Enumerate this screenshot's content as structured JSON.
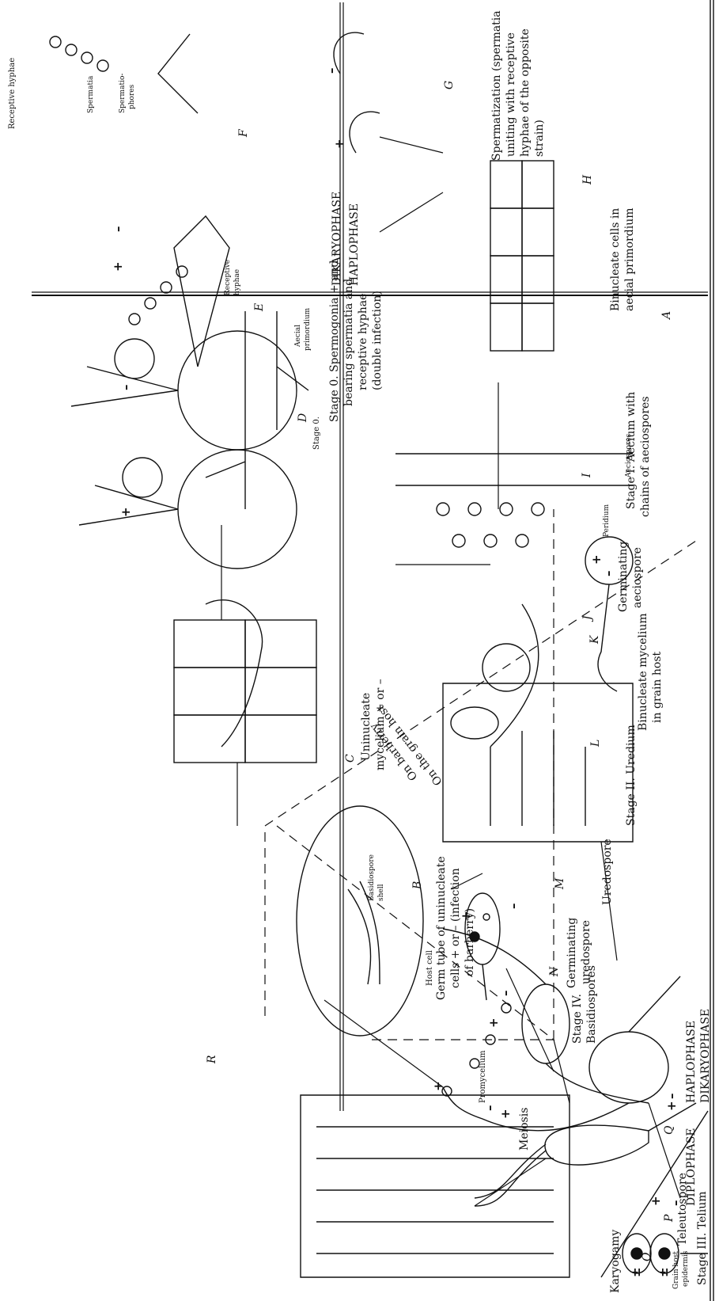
{
  "phases": {
    "diplophase": "DIPLOPHASE",
    "haplophase": "HAPLOPHASE",
    "dikaryophase": "DIKARYOPHASE"
  },
  "hosts": {
    "on_barberry": "On barberry",
    "on_grain": "On the grain host"
  },
  "letters": [
    "A",
    "B",
    "C",
    "D",
    "E",
    "F",
    "G",
    "H",
    "I",
    "J",
    "K",
    "L",
    "M",
    "N",
    "O",
    "P",
    "Q",
    "R"
  ],
  "labels": {
    "karyogamy": "Karyogamy",
    "meiosis": "Meiosis",
    "promycelium": "Promycelium",
    "stage4_line1": "Stage IV.",
    "stage4_line2": "Basidiospores",
    "host_cell": "Host cell",
    "basidiospore_shell_1": "Basidiospore",
    "basidiospore_shell_2": "shell",
    "germ_tube_1": "Germ tube of uninucleate",
    "germ_tube_2": "cells + or – (infection",
    "germ_tube_3": "of barberry)",
    "uninucleate_1": "Uninucleate",
    "uninucleate_2": "mycelium + or –",
    "receptive_hyphae_top": "Receptive hyphae",
    "stage0_small": "Stage 0.",
    "aecial_primordium_1": "Aecial",
    "aecial_primordium_2": "primordium",
    "receptive_hyphae_1": "Receptive",
    "receptive_hyphae_2": "hyphae",
    "spermatia": "Spermatia",
    "spermatiophores_1": "Spermatio-",
    "spermatiophores_2": "phores",
    "stage0_1": "Stage 0. Spermogonia + and –",
    "stage0_2": "bearing spermatia and",
    "stage0_3": "receptive hyphae",
    "stage0_4": "(double infection)",
    "spermatization_1": "Spermatization (spermatia",
    "spermatization_2": "uniting with receptive",
    "spermatization_3": "hyphae of the opposite",
    "spermatization_4": "strain)",
    "binucleate_aecial_1": "Binucleate cells in",
    "binucleate_aecial_2": "aecial primordium",
    "peridium": "Peridium",
    "aeciospores": "Aeciospores",
    "stage1_1": "Stage I. Aecium with",
    "stage1_2": "chains of aeciospores",
    "germinating_aeciospore_1": "Germinating",
    "germinating_aeciospore_2": "aeciospore",
    "binucleate_grain_1": "Binucleate mycelium",
    "binucleate_grain_2": "in grain host",
    "stage2": "Stage II. Uredium",
    "uredospore": "Uredospore",
    "germinating_uredospore_1": "Germinating",
    "germinating_uredospore_2": "uredospore",
    "teleutospore": "Teleutospore",
    "grain_epidermis_1": "Grain host",
    "grain_epidermis_2": "epidermis",
    "stage3": "Stage III. Telium"
  },
  "signs": {
    "plus": "+",
    "minus": "–",
    "plusminus": "±"
  }
}
